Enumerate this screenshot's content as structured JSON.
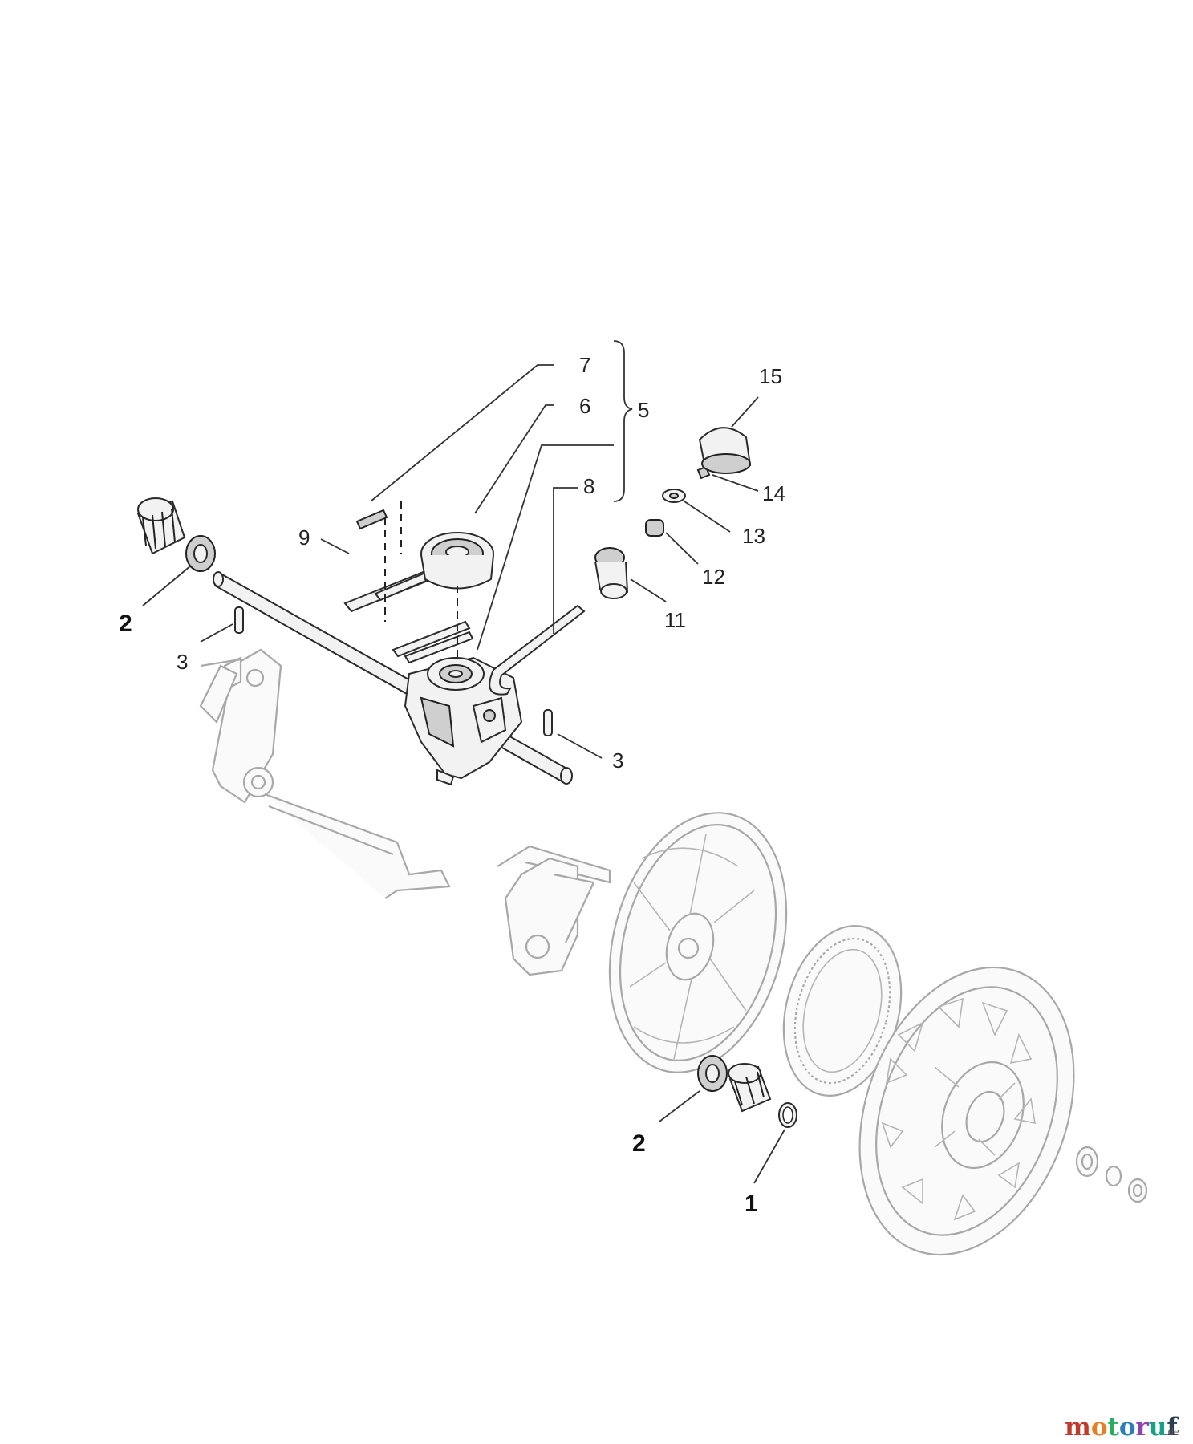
{
  "diagram": {
    "callouts": [
      {
        "id": "c7",
        "text": "7"
      },
      {
        "id": "c6",
        "text": "6"
      },
      {
        "id": "c5",
        "text": "5"
      },
      {
        "id": "c8",
        "text": "8"
      },
      {
        "id": "c9",
        "text": "9"
      },
      {
        "id": "c15",
        "text": "15"
      },
      {
        "id": "c14",
        "text": "14"
      },
      {
        "id": "c13",
        "text": "13"
      },
      {
        "id": "c12",
        "text": "12"
      },
      {
        "id": "c11",
        "text": "11"
      },
      {
        "id": "c2a",
        "text": "2"
      },
      {
        "id": "c3a",
        "text": "3"
      },
      {
        "id": "c3b",
        "text": "3"
      },
      {
        "id": "c2b",
        "text": "2"
      },
      {
        "id": "c1",
        "text": "1"
      }
    ]
  },
  "watermark": {
    "brand": "motoruf",
    "suffix": ".de",
    "colors": {
      "m": "#c0392b",
      "o1": "#e67e22",
      "t": "#27ae60",
      "o2": "#2980b9",
      "r": "#8e44ad",
      "u": "#16a085",
      "f": "#2c3e50"
    }
  }
}
